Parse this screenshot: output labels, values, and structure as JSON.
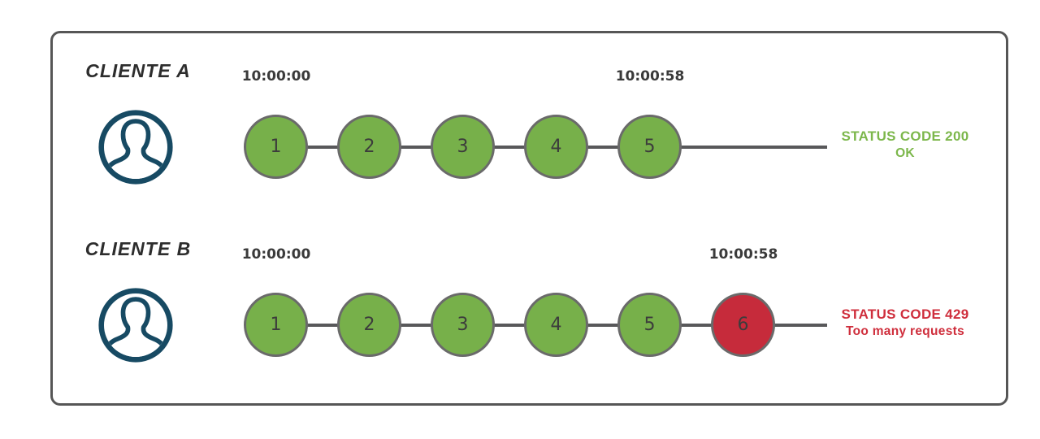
{
  "rows": [
    {
      "label": "CLIENTE A",
      "start_time": "10:00:00",
      "end_time": "10:00:58",
      "requests": [
        {
          "number": "1",
          "state": "allowed"
        },
        {
          "number": "2",
          "state": "allowed"
        },
        {
          "number": "3",
          "state": "allowed"
        },
        {
          "number": "4",
          "state": "allowed"
        },
        {
          "number": "5",
          "state": "allowed"
        }
      ],
      "status": {
        "line1": "STATUS CODE 200",
        "line2": "OK",
        "tone": "success"
      }
    },
    {
      "label": "CLIENTE B",
      "start_time": "10:00:00",
      "end_time": "10:00:58",
      "requests": [
        {
          "number": "1",
          "state": "allowed"
        },
        {
          "number": "2",
          "state": "allowed"
        },
        {
          "number": "3",
          "state": "allowed"
        },
        {
          "number": "4",
          "state": "allowed"
        },
        {
          "number": "5",
          "state": "allowed"
        },
        {
          "number": "6",
          "state": "rate_limited"
        }
      ],
      "status": {
        "line1": "STATUS CODE 429",
        "line2": "Too many requests",
        "tone": "error"
      }
    }
  ],
  "colors": {
    "allowed_fill": "#77b04a",
    "rate_limited_fill": "#c62b3b",
    "success_text": "#7cb74b",
    "error_text": "#cf2e3c",
    "icon_navy": "#174a63",
    "line": "#58585a"
  }
}
